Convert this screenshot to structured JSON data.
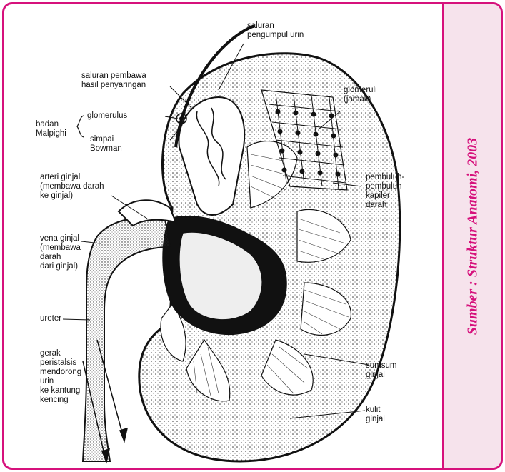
{
  "source_credit": "Sumber : Struktur Anatomi, 2003",
  "labels": {
    "saluran_pengumpul": "saluran\npengumpul urin",
    "saluran_pembawa": "saluran pembawa\nhasil penyaringan",
    "glomeruli": "glomeruli\n(jamak)",
    "badan_malpighi": "badan\nMalpighi",
    "glomerulus": "glomerulus",
    "simpai_bowman": "simpai\nBowman",
    "arteri_ginjal": "arteri ginjal\n(membawa darah\nke ginjal)",
    "pembuluh_kapiler": "pembuluh-\npembuluh\nkapiler\ndarah",
    "vena_ginjal": "vena ginjal\n(membawa\ndarah\ndari ginjal)",
    "ureter": "ureter",
    "gerak_peristalsis": "gerak\nperistalsis\nmendorong\nurin\nke kantung\nkencing",
    "sumsum_ginjal": "sumsum\nginjal",
    "kulit_ginjal": "kulit\nginjal"
  }
}
